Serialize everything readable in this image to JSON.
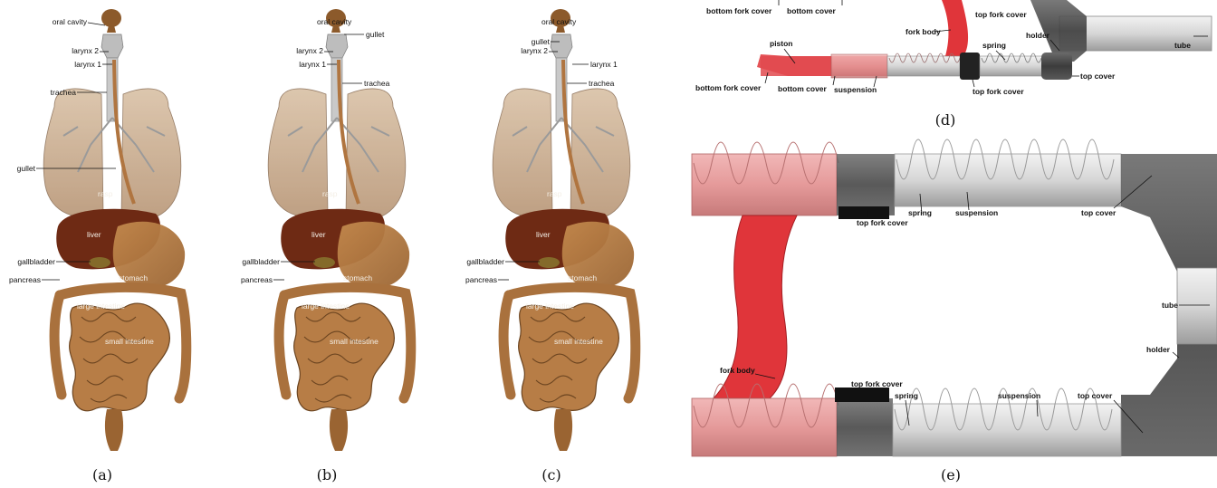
{
  "panels": {
    "a": {
      "caption": "(a)",
      "labels": {
        "oral_cavity": "oral cavity",
        "larynx2": "larynx 2",
        "larynx1": "larynx 1",
        "trachea": "trachea",
        "gullet": "gullet",
        "rasp": "rasp",
        "liver": "liver",
        "gallbladder": "gallbladder",
        "stomach": "stomach",
        "pancreas": "pancreas",
        "large_intestine": "large intestine",
        "small_intestine": "small intestine"
      }
    },
    "b": {
      "caption": "(b)",
      "labels": {
        "oral_cavity": "oral cavity",
        "gullet": "gullet",
        "larynx2": "larynx 2",
        "larynx1": "larynx 1",
        "trachea": "trachea",
        "rasp": "rasp",
        "liver": "liver",
        "gallbladder": "gallbladder",
        "stomach": "stomach",
        "pancreas": "pancreas",
        "large_intestine": "large intestine",
        "small_intestine": "small intestine"
      }
    },
    "c": {
      "caption": "(c)",
      "labels": {
        "oral_cavity": "oral cavity",
        "gullet": "gullet",
        "larynx2": "larynx 2",
        "larynx1": "larynx 1",
        "trachea": "trachea",
        "rasp": "rasp",
        "liver": "liver",
        "gallbladder": "gallbladder",
        "stomach": "stomach",
        "pancreas": "pancreas",
        "large_intestine": "large intestine",
        "small_intestine": "small intestine"
      }
    },
    "d": {
      "caption": "(d)",
      "labels": {
        "bottom_fork_cover_top": "bottom fork cover",
        "bottom_cover_top": "bottom cover",
        "top_fork_cover_top": "top fork cover",
        "fork_body": "fork body",
        "holder": "holder",
        "spring": "spring",
        "tube": "tube",
        "piston": "piston",
        "bottom_fork_cover": "bottom fork cover",
        "bottom_cover": "bottom cover",
        "suspension": "suspension",
        "top_fork_cover": "top fork cover",
        "top_cover": "top cover"
      }
    },
    "e": {
      "caption": "(e)",
      "labels": {
        "top_fork_cover_upper": "top fork cover",
        "spring_upper": "spring",
        "suspension_upper": "suspension",
        "top_cover_upper": "top cover",
        "tube": "tube",
        "holder": "holder",
        "fork_body": "fork body",
        "top_fork_cover_lower": "top fork cover",
        "spring_lower": "spring",
        "suspension_lower": "suspension",
        "top_cover_lower": "top cover"
      }
    }
  },
  "colors": {
    "fork_red": "#e0353a",
    "organ_brown": "#a9713d",
    "liver_dark": "#6e2a14",
    "lung_tan": "#c7a98a"
  }
}
